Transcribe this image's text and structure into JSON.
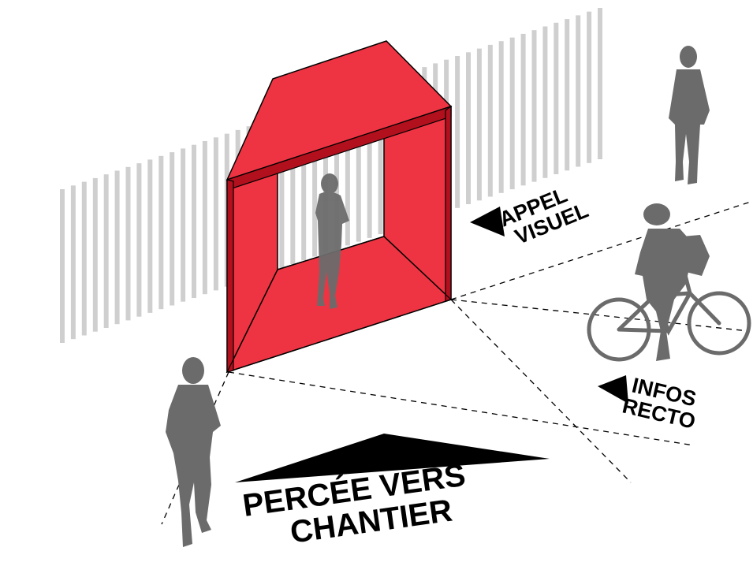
{
  "labels": {
    "appel_line1": "APPEL",
    "appel_line2": "VISUEL",
    "infos_line1": "INFOS",
    "infos_line2": "RECTO",
    "percee_line1": "PERCÉE VERS",
    "percee_line2": "CHANTIER"
  },
  "colors": {
    "portal_red": "#ee3442",
    "portal_dark": "#b3101e",
    "fence": "#cfcfcf",
    "figure": "#6b6b6b",
    "text": "#000000"
  }
}
